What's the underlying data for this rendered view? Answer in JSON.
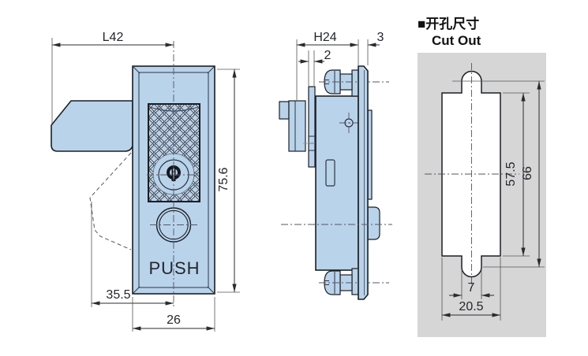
{
  "drawing": {
    "background": "#ffffff",
    "line_color": "#1b1f24",
    "body_fill_color": "#b9d3eb",
    "front_view": {
      "push_label": "PUSH",
      "dimensions": {
        "latch_length": "L42",
        "body_height": "75.6",
        "latch_offset": "35.5",
        "body_width": "26"
      }
    },
    "side_view": {
      "dimensions": {
        "depth": "H24",
        "panel_thickness": "3",
        "latch_plate_thickness": "2"
      }
    },
    "cutout_view": {
      "title_cn": "■开孔尺寸",
      "title_en": "Cut Out",
      "panel_color": "#d6d6d6",
      "dimensions": {
        "slot_height": "57.5",
        "overall_height": "66",
        "notch_width": "7",
        "slot_width": "20.5"
      }
    }
  }
}
